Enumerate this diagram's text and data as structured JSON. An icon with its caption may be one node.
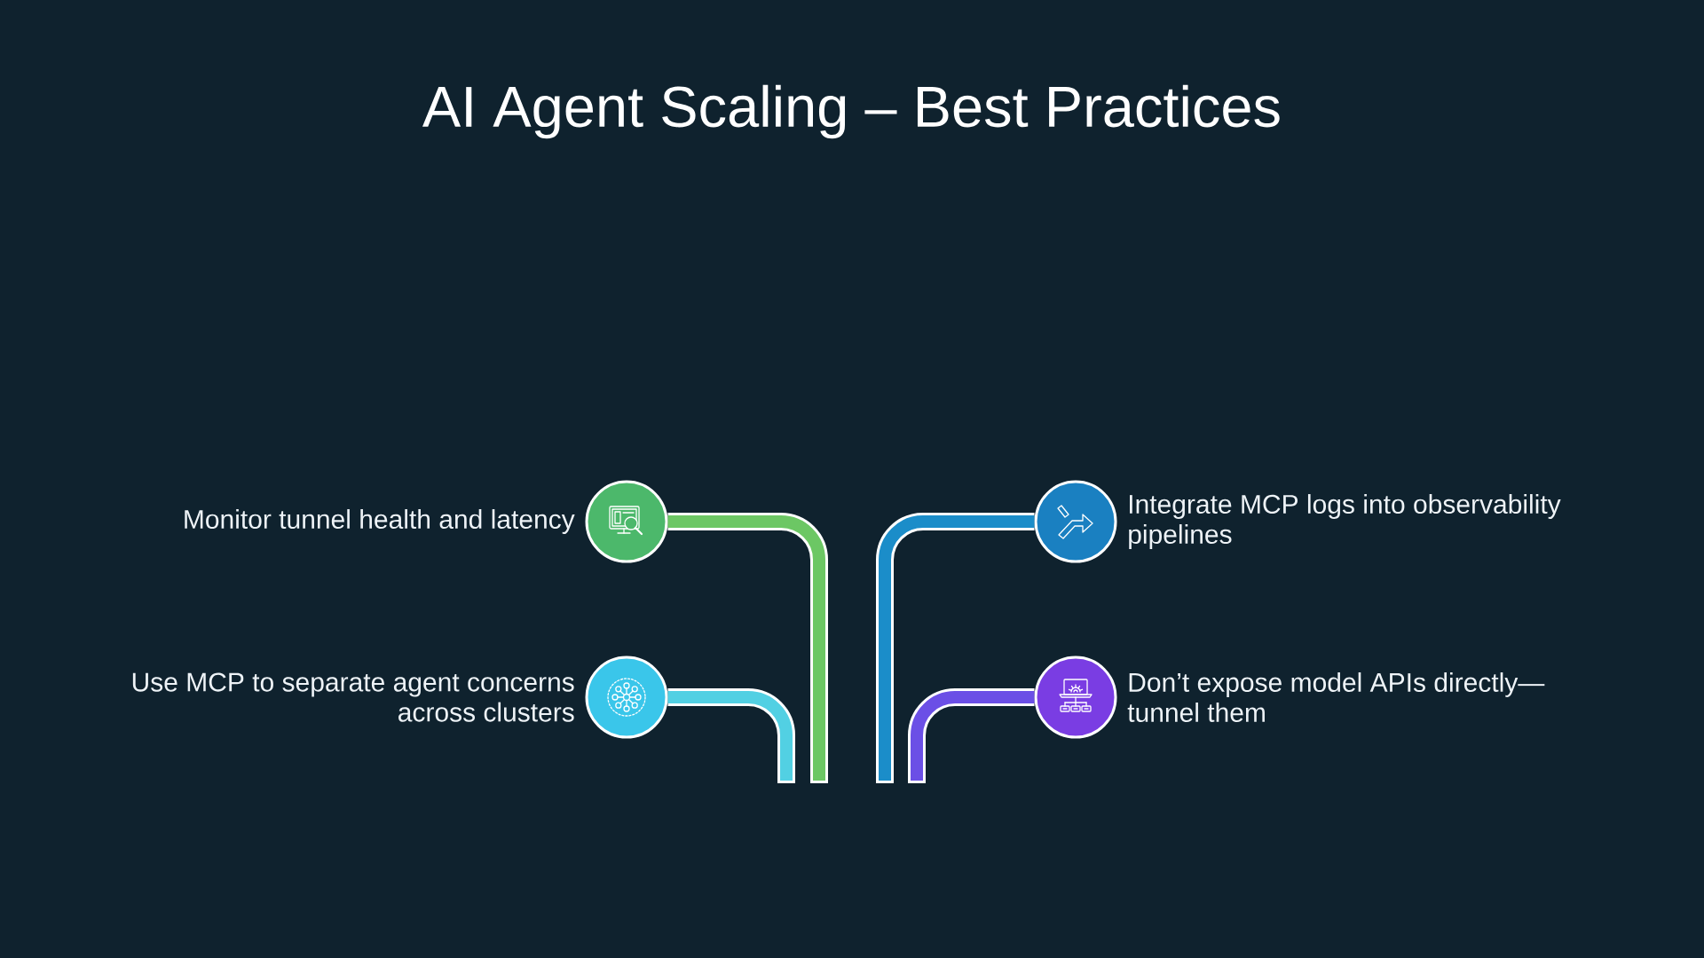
{
  "diagram": {
    "title": "AI Agent Scaling – Best Practices",
    "nodes": [
      {
        "text": [],
        "shape": "circle",
        "beside": [
          "Monitor tunnel health and latency"
        ]
      },
      {
        "text": [],
        "shape": "circle",
        "beside": [
          "Integrate MCP logs into observability pipelines"
        ]
      },
      {
        "text": [],
        "shape": "circle",
        "beside": [
          "Use MCP to separate agent concerns across clusters"
        ]
      },
      {
        "text": [],
        "shape": "circle",
        "beside": [
          "Don’t expose model APIs directly— tunnel them"
        ]
      }
    ],
    "edges": [
      {
        "from": 0,
        "to": null,
        "arrow": "none",
        "color": "#6cc764"
      },
      {
        "from": 1,
        "to": null,
        "arrow": "none",
        "color": "#1b8dc9"
      },
      {
        "from": 2,
        "to": null,
        "arrow": "none",
        "color": "#52d0e3"
      },
      {
        "from": 3,
        "to": null,
        "arrow": "none",
        "color": "#6b4fe6"
      }
    ]
  }
}
